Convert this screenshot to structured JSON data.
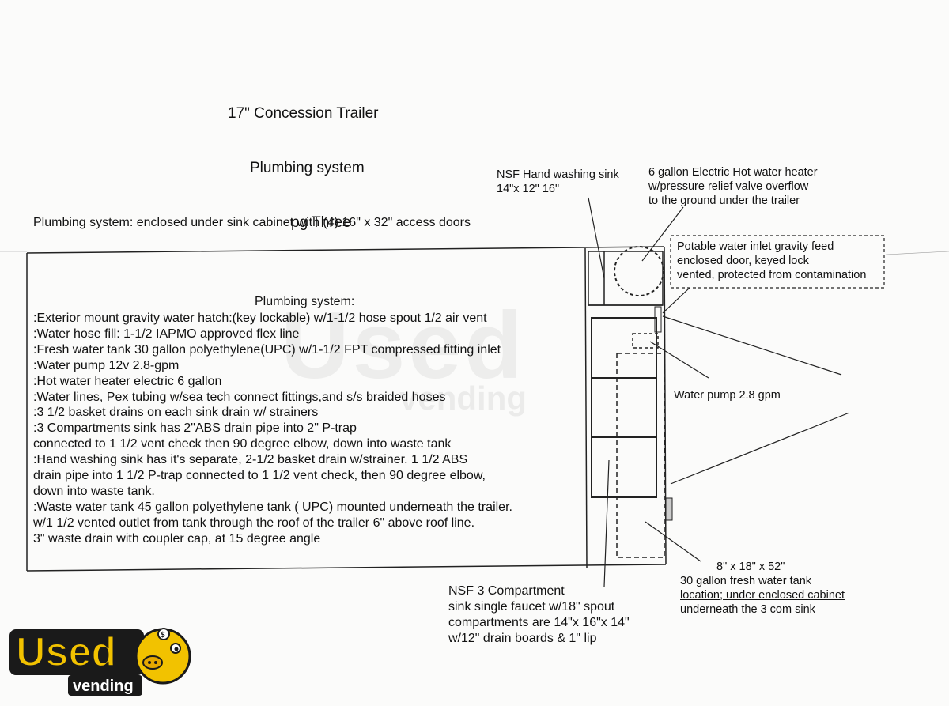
{
  "title": {
    "line1": "17\" Concession Trailer",
    "line2": "Plumbing system",
    "line3": "pg Three"
  },
  "access_note": "Plumbing system: enclosed under sink cabinet with (4) 16\" x 32\" access doors",
  "plumbing": {
    "heading": "Plumbing system:",
    "lines": [
      ":Exterior mount gravity water hatch:(key lockable)  w/1-1/2 hose spout 1/2 air vent",
      ":Water hose fill: 1-1/2  IAPMO approved flex line",
      ":Fresh water tank 30 gallon  polyethylene(UPC) w/1-1/2 FPT compressed fitting inlet",
      ":Water pump  12v 2.8-gpm",
      ":Hot water heater electric 6 gallon",
      ":Water lines,  Pex tubing w/sea tech connect fittings,and s/s braided hoses",
      ":3 1/2 basket drains on each sink drain  w/ strainers",
      ":3 Compartments sink has 2\"ABS drain pipe into 2\" P-trap",
      " connected to 1 1/2 vent check then 90 degree elbow, down into waste tank",
      ":Hand washing sink has it's separate, 2-1/2 basket drain   w/strainer. 1 1/2 ABS",
      "drain pipe into 1 1/2 P-trap connected to 1 1/2 vent check, then 90 degree elbow,",
      "down into waste tank.",
      ":Waste water tank 45 gallon polyethylene tank ( UPC) mounted underneath the trailer.",
      " w/1 1/2 vented outlet from tank through the roof of the trailer 6\" above roof line.",
      " 3\" waste drain with coupler cap, at 15 degree angle"
    ]
  },
  "labels": {
    "hand_sink": [
      "NSF Hand washing sink",
      "14\"x 12\" 16\""
    ],
    "heater": [
      "6 gallon Electric Hot water heater",
      "w/pressure relief valve overflow",
      "to the ground under the trailer"
    ],
    "inlet": [
      "Potable water inlet gravity feed",
      "enclosed door, keyed lock",
      "vented, protected from contamination"
    ],
    "pump": "Water pump 2.8 gpm",
    "tank_size": "8\" x 18\" x 52\"",
    "tank": [
      "30 gallon fresh water tank",
      "location; under enclosed cabinet",
      "underneath the 3 com sink"
    ],
    "three_sink": [
      "NSF 3 Compartment",
      "sink single faucet w/18\" spout",
      "compartments are 14\"x 16\"x 14\"",
      "w/12\" drain boards & 1\" lip"
    ]
  },
  "watermark": {
    "main": "Used",
    "sub": "vending"
  },
  "logo": {
    "main": "Used",
    "sub": "vending"
  }
}
